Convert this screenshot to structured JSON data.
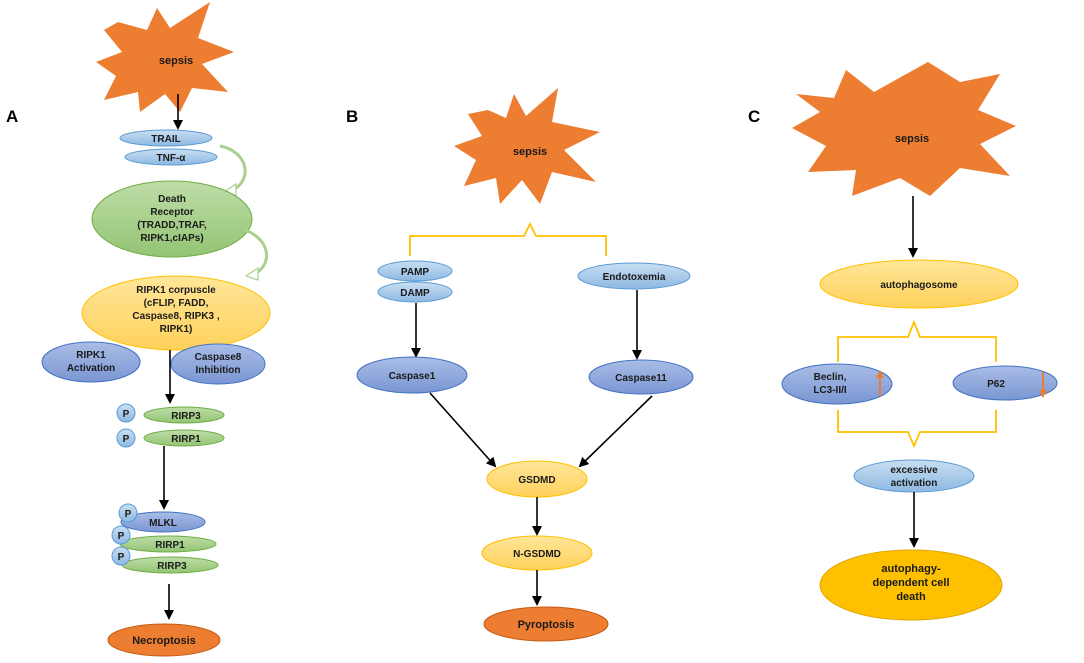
{
  "panel_labels": {
    "a": "A",
    "b": "B",
    "c": "C"
  },
  "panel_a": {
    "sepsis": "sepsis",
    "trail": "TRAIL",
    "tnf": "TNF-α",
    "death_receptor": [
      "Death",
      "Receptor",
      "(TRADD,TRAF,",
      "RIPK1,cIAPs)"
    ],
    "ripk1_corpuscle": [
      "RIPK1  corpuscle",
      "(cFLIP,  FADD,",
      "Caspase8,  RIPK3 ,",
      "RIPK1)"
    ],
    "ripk1_activation": [
      "RIPK1",
      "Activation"
    ],
    "caspase8_inhibition": [
      "Caspase8",
      "Inhibition"
    ],
    "phospho": "P",
    "rirp3": "RIRP3",
    "rirp1": "RIRP1",
    "mlkl": "MLKL",
    "rirp1_b": "RIRP1",
    "rirp3_b": "RIRP3",
    "necroptosis": "Necroptosis"
  },
  "panel_b": {
    "sepsis": "sepsis",
    "pamp": "PAMP",
    "damp": "DAMP",
    "endotoxemia": "Endotoxemia",
    "caspase1": "Caspase1",
    "caspase11": "Caspase11",
    "gsdmd": "GSDMD",
    "n_gsdmd": "N-GSDMD",
    "pyroptosis": "Pyroptosis"
  },
  "panel_c": {
    "sepsis": "sepsis",
    "autophagosome": "autophagosome",
    "beclin": [
      "Beclin,",
      "LC3-II/I"
    ],
    "p62": "P62",
    "excessive_activation": [
      "excessive",
      "activation"
    ],
    "cell_death": [
      "autophagy-",
      "dependent cell",
      "death"
    ]
  },
  "colors": {
    "burst": "#ED7D31",
    "blue_fill": "#9DC3E6",
    "blue_stroke": "#5B9BD5",
    "purple_fill": "#8FAADC",
    "purple_stroke": "#4472C4",
    "green_fill": "#A9D18E",
    "green_stroke": "#70AD47",
    "yellow_fill": "#FFD966",
    "yellow_stroke": "#FFC000",
    "orange_fill": "#ED7D31",
    "gold_fill": "#FFC000",
    "bracket": "#FFC000",
    "arrow": "#000000"
  }
}
